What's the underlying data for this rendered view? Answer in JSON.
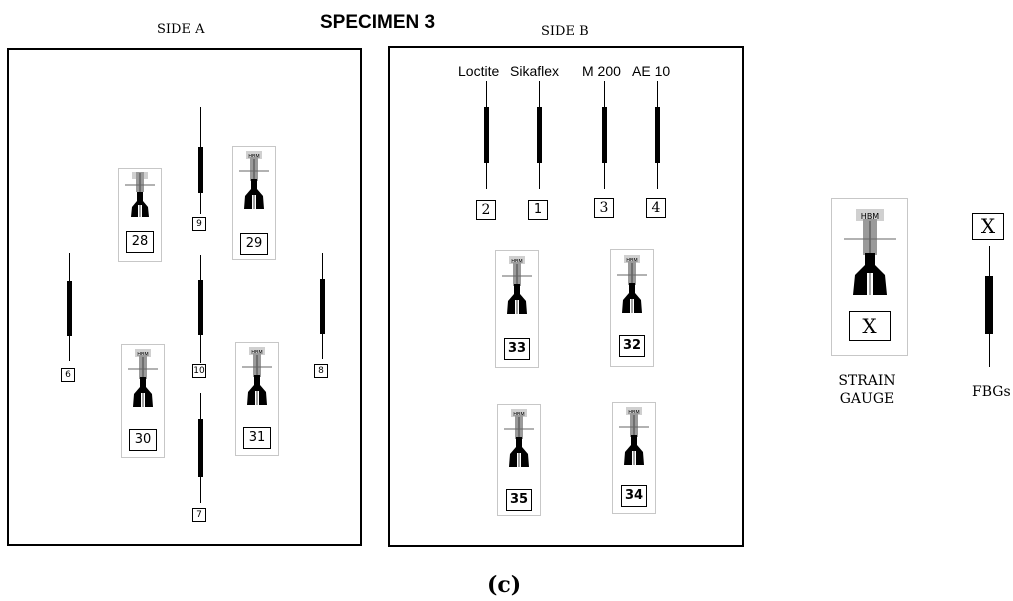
{
  "title": "SPECIMEN 3",
  "side_a": {
    "label": "SIDE A",
    "fbgs": [
      "9",
      "10",
      "7",
      "6",
      "8"
    ],
    "gauges": [
      "28",
      "29",
      "30",
      "31"
    ]
  },
  "side_b": {
    "label": "SIDE B",
    "adhesives": [
      "Loctite",
      "Sikaflex",
      "M 200",
      "AE 10"
    ],
    "fbgs": [
      "2",
      "1",
      "3",
      "4"
    ],
    "gauges": [
      "33",
      "32",
      "35",
      "34"
    ]
  },
  "legend": {
    "gauge_placeholder": "X",
    "gauge_line1": "STRAIN",
    "gauge_line2": "GAUGE",
    "fbg_placeholder": "X",
    "fbg_label": "FBGs"
  },
  "caption": "(c)"
}
